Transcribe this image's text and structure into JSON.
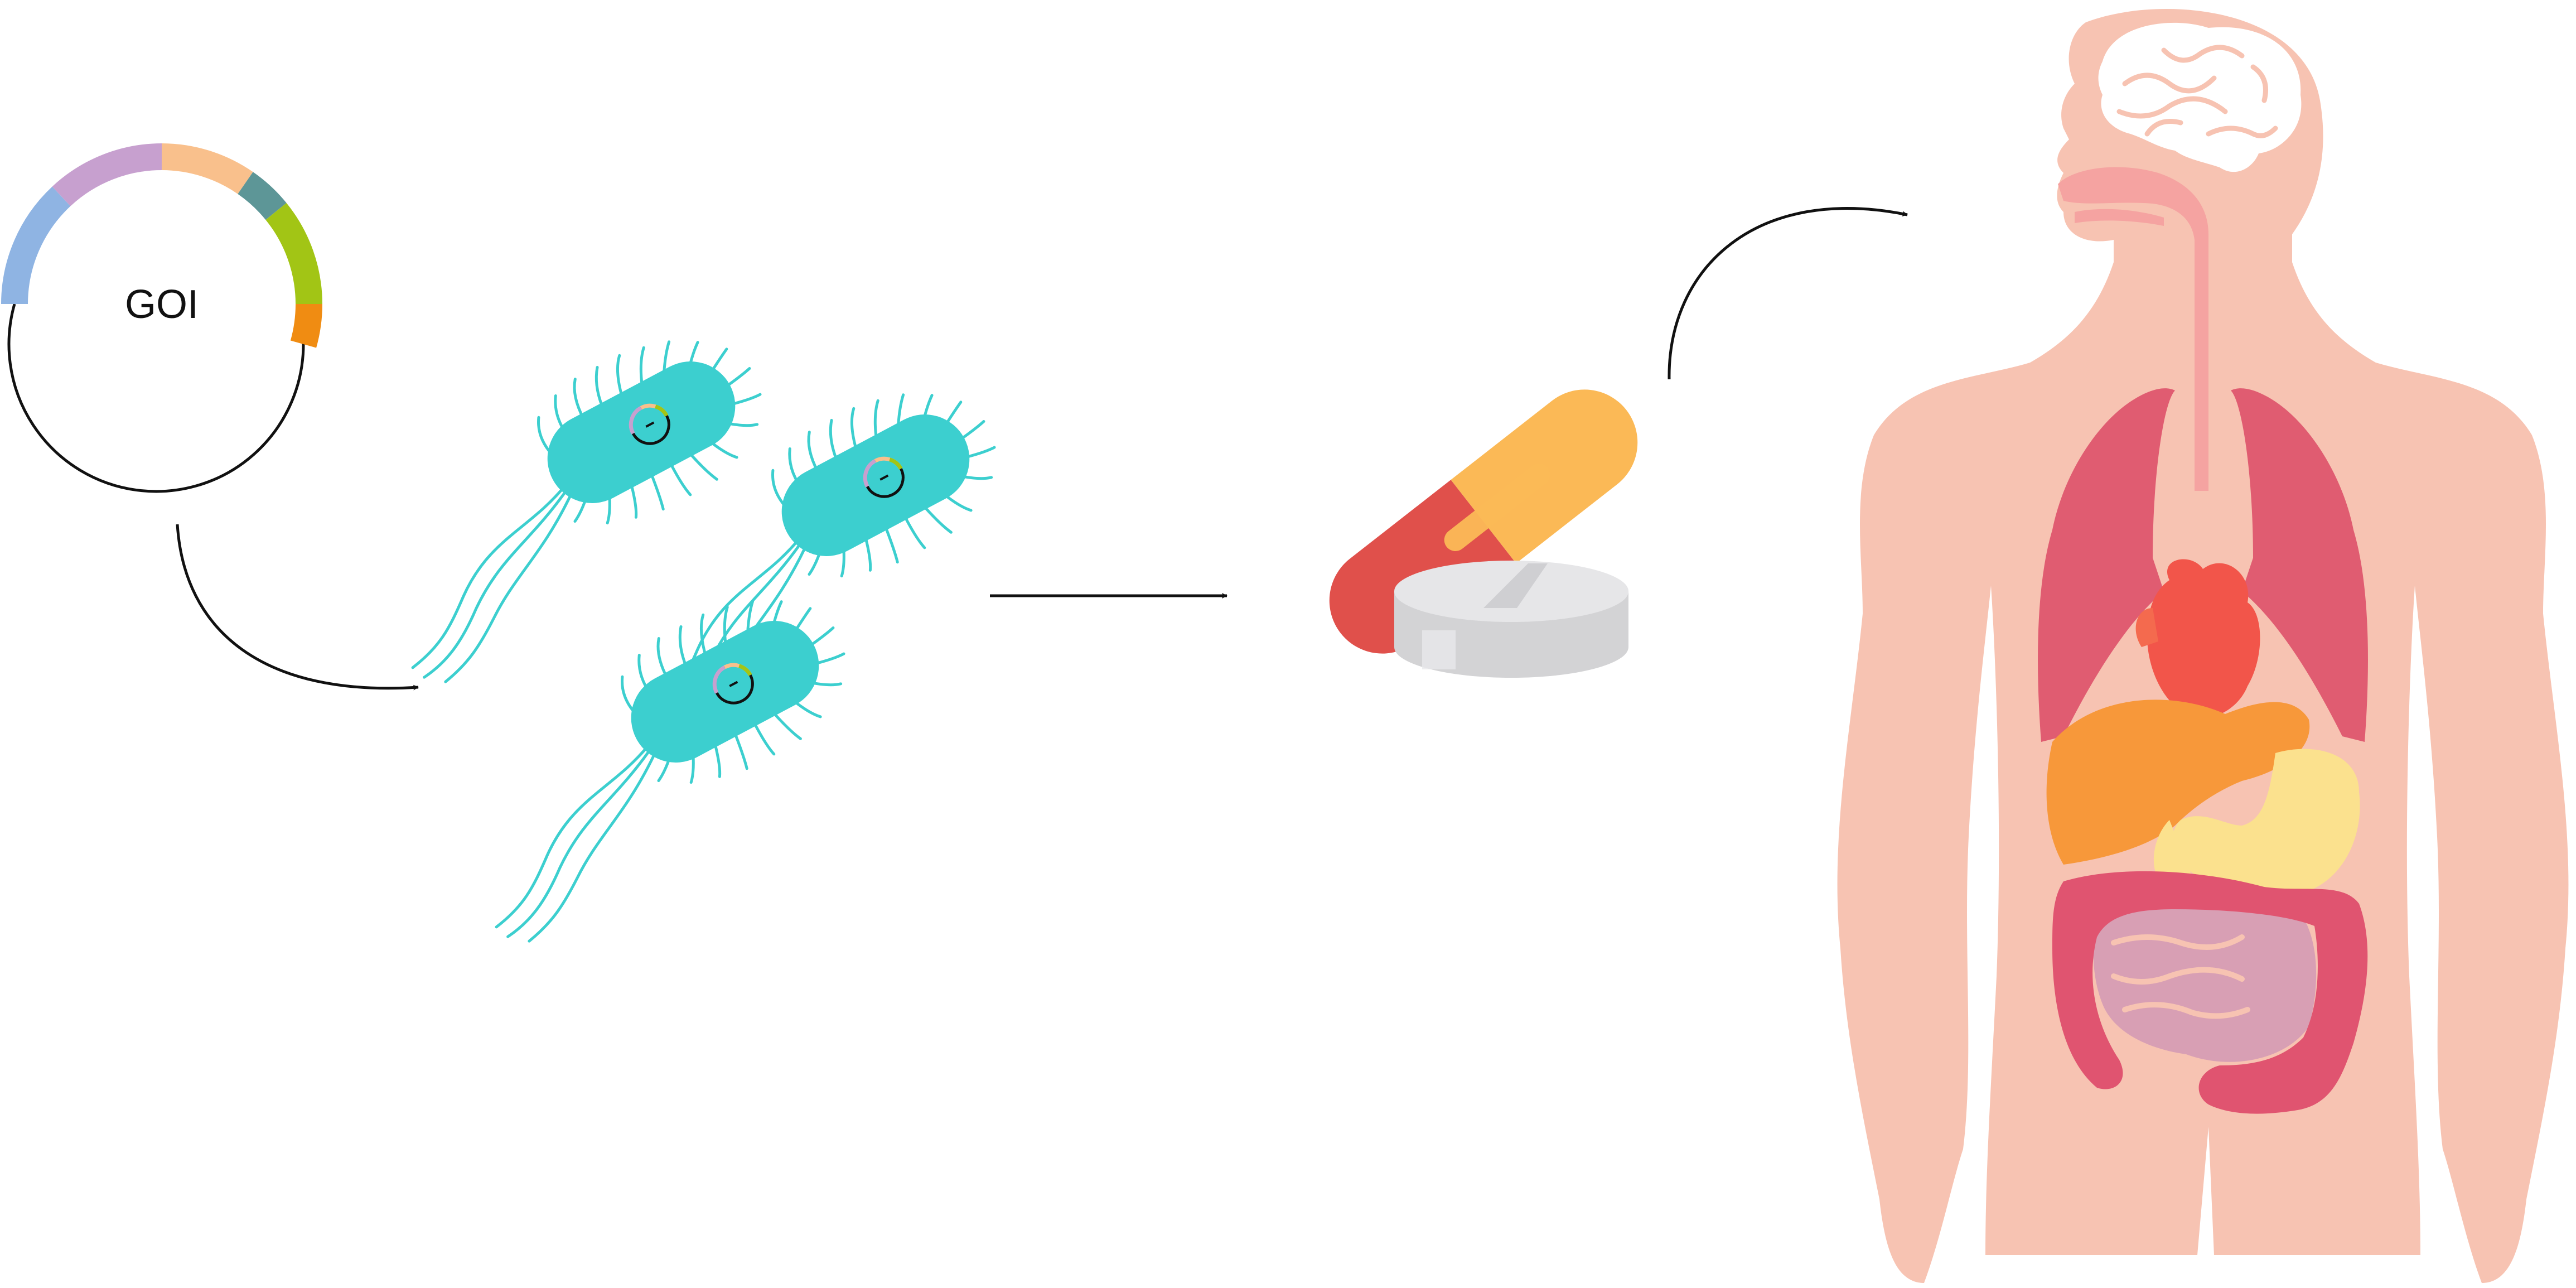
{
  "plasmid": {
    "label": "GOI",
    "segments": [
      {
        "name": "blue",
        "color": "#8fb4e3"
      },
      {
        "name": "purple",
        "color": "#c7a0cf"
      },
      {
        "name": "peach",
        "color": "#f9c08c"
      },
      {
        "name": "teal",
        "color": "#5d9697"
      },
      {
        "name": "green",
        "color": "#a2c515"
      },
      {
        "name": "orange",
        "color": "#f08c12"
      }
    ]
  },
  "colors": {
    "bacteria": "#3ccfcf",
    "capsule_red": "#e0504b",
    "capsule_yellow": "#fbb956",
    "tablet": "#d7d7d9",
    "skin": "#f7c3b2",
    "brain": "#ffffff",
    "lungs": "#e05c71",
    "heart": "#f2554a",
    "liver": "#f7983a",
    "stomach": "#fbe18e",
    "colon": "#e05470",
    "small_intestine": "#d89fb4",
    "arrow": "#111111"
  },
  "icons": [
    "plasmid-icon",
    "bacterium-icon",
    "capsule-icon",
    "tablet-icon",
    "human-body-icon"
  ]
}
